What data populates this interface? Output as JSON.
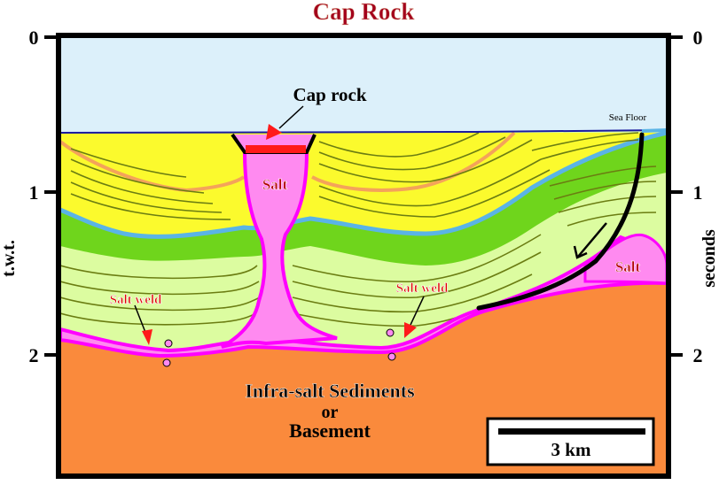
{
  "title": "Cap Rock",
  "axis": {
    "left_label": "t.w.t.",
    "right_label": "seconds",
    "left_ticks": [
      "0",
      "1",
      "2"
    ],
    "right_ticks": [
      "0",
      "1",
      "2"
    ]
  },
  "labels": {
    "cap_rock": "Cap rock",
    "sea_floor": "Sea Floor",
    "salt_diapir": "Salt",
    "salt_right": "Salt",
    "salt_weld_left": "Salt weld",
    "salt_weld_right": "Salt weld",
    "basement_line1": "Infra-salt Sediments",
    "basement_line2": "or",
    "basement_line3": "Basement"
  },
  "scale_bar": {
    "label": "3 km"
  },
  "colors": {
    "sea": "#dcf0fa",
    "yellow_layer": "#fbfa2d",
    "green_layer": "#6fd51c",
    "pale_green": "#dcfca0",
    "salt": "#ff8af0",
    "salt_outline": "#ff00ff",
    "basement": "#fa8a3c",
    "cap_rock": "#ff1a1a",
    "title": "#a3001b"
  }
}
